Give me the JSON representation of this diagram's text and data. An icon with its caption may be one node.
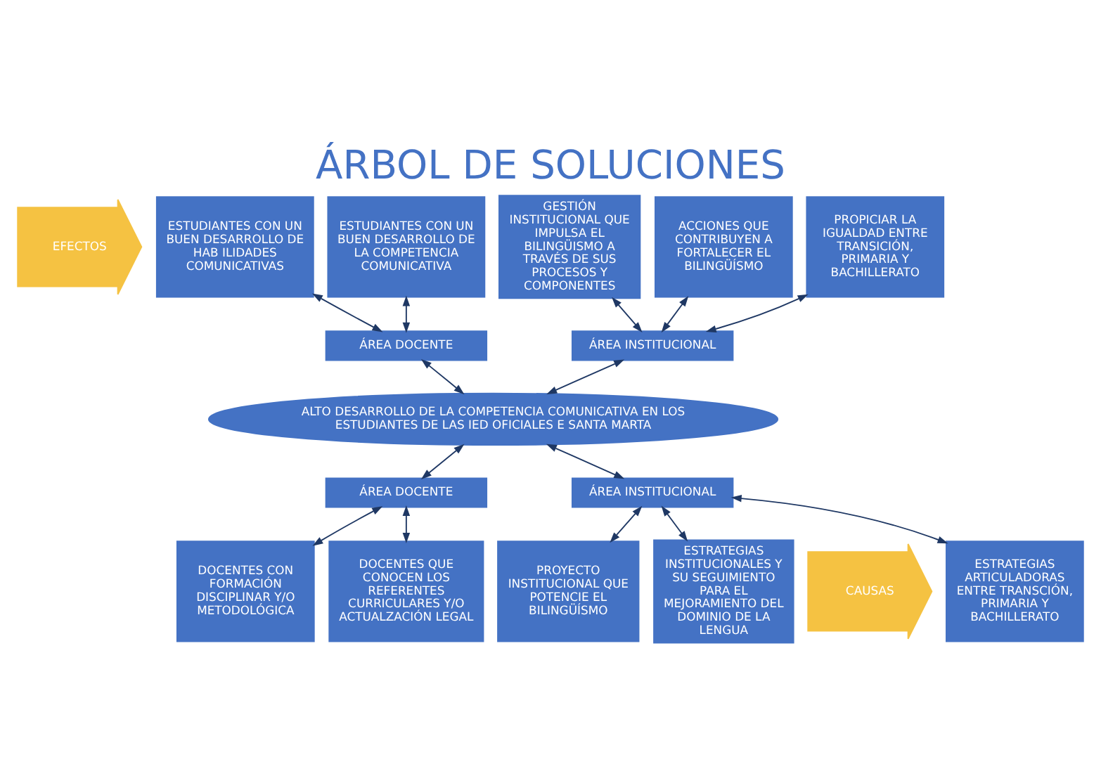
{
  "diagram": {
    "title": "ÁRBOL DE SOLUCIONES",
    "nodes": [
      {
        "text": [
          "EFECTOS"
        ]
      },
      {
        "text": [
          "ESTUDIANTES CON UN BUEN DESARROLLO DE HAB ILIDADES COMUNICATIVAS"
        ]
      },
      {
        "text": [
          "ESTUDIANTES CON UN BUEN DESARROLLO DE LA COMPETENCIA COMUNICATIVA"
        ]
      },
      {
        "text": [
          "GESTIÓN INSTITUCIONAL QUE IMPULSA EL BILINGÜISMO A TRAVÉS DE SUS PROCESOS Y COMPONENTES"
        ]
      },
      {
        "text": [
          "ACCIONES QUE CONTRIBUYEN A FORTALECER EL BILINGÜÍSMO"
        ]
      },
      {
        "text": [
          "PROPICIAR LA IGUALDAD ENTRE TRANSICIÓN, PRIMARIA Y BACHILLERATO"
        ]
      },
      {
        "text": [
          "ÁREA DOCENTE"
        ]
      },
      {
        "text": [
          "ÁREA INSTITUCIONAL"
        ]
      },
      {
        "text": [
          "ALTO DESARROLLO DE LA COMPETENCIA COMUNICATIVA EN LOS ESTUDIANTES DE LAS IED OFICIALES E SANTA MARTA"
        ]
      },
      {
        "text": [
          "ÁREA DOCENTE"
        ]
      },
      {
        "text": [
          "ÁREA INSTITUCIONAL"
        ]
      },
      {
        "text": [
          "CAUSAS"
        ]
      },
      {
        "text": [
          "DOCENTES CON FORMACIÓN DISCIPLINAR Y/O METODOLÓGICA"
        ]
      },
      {
        "text": [
          "DOCENTES QUE CONOCEN LOS REFERENTES CURRICULARES Y/O ACTUALZACIÓN LEGAL"
        ]
      },
      {
        "text": [
          "PROYECTO INSTITUCIONAL QUE POTENCIE EL BILINGÜÍSMO"
        ]
      },
      {
        "text": [
          "ESTRATEGIAS INSTITUCIONALES Y SU SEGUIMIENTO PARA EL MEJORAMIENTO DEL DOMINIO DE LA LENGUA"
        ]
      },
      {
        "text": [
          "ESTRATEGIAS ARTICULADORAS ENTRE TRANSCIÓN, PRIMARIA Y BACHILLERATO"
        ]
      }
    ],
    "edges": [
      {
        "from": 1,
        "to": 6,
        "arrow": "both"
      },
      {
        "from": 2,
        "to": 6,
        "arrow": "both"
      },
      {
        "from": 3,
        "to": 7,
        "arrow": "both"
      },
      {
        "from": 4,
        "to": 7,
        "arrow": "both"
      },
      {
        "from": 5,
        "to": 7,
        "arrow": "both"
      },
      {
        "from": 6,
        "to": 8,
        "arrow": "both"
      },
      {
        "from": 7,
        "to": 8,
        "arrow": "both"
      },
      {
        "from": 8,
        "to": 9,
        "arrow": "both"
      },
      {
        "from": 8,
        "to": 10,
        "arrow": "both"
      },
      {
        "from": 9,
        "to": 12,
        "arrow": "both"
      },
      {
        "from": 9,
        "to": 13,
        "arrow": "both"
      },
      {
        "from": 10,
        "to": 14,
        "arrow": "both"
      },
      {
        "from": 10,
        "to": 15,
        "arrow": "both"
      },
      {
        "from": 10,
        "to": 16,
        "arrow": "both"
      }
    ]
  }
}
